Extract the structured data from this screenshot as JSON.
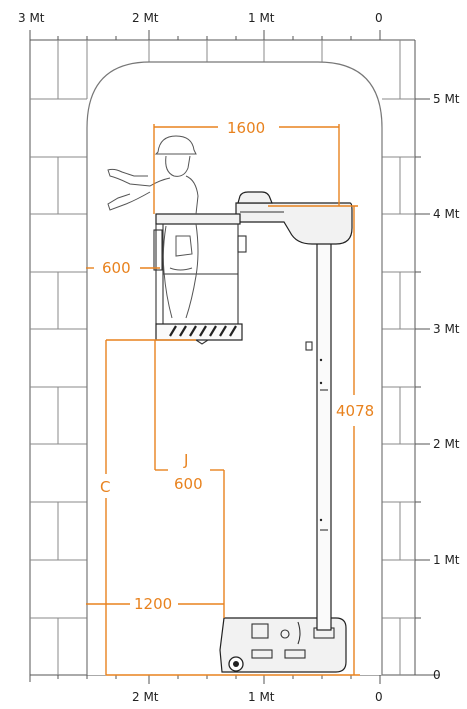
{
  "top_scale": [
    "3 Mt",
    "2 Mt",
    "1 Mt",
    "0"
  ],
  "bottom_scale": [
    "2 Mt",
    "1 Mt",
    "0"
  ],
  "right_scale": [
    "5 Mt",
    "4 Mt",
    "3 Mt",
    "2 Mt",
    "1 Mt",
    "0"
  ],
  "dimensions": {
    "platform_length": "1600",
    "platform_width": "600",
    "max_height": "4078",
    "label_j": "J",
    "j_value": "600",
    "label_c": "C",
    "base_offset": "1200"
  },
  "colors": {
    "dimension": "#e8821e",
    "wall_grid": "#8a8a8a",
    "machine": "#222222"
  }
}
